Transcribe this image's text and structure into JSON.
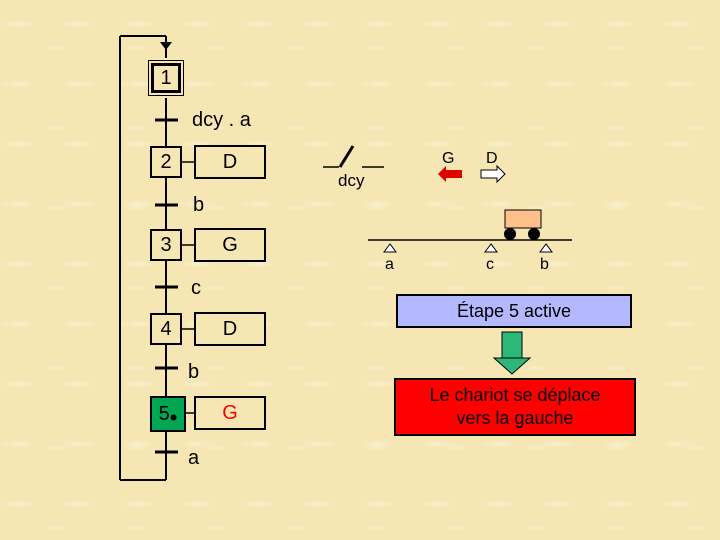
{
  "grafcet": {
    "steps": [
      {
        "number": "1",
        "action": ""
      },
      {
        "number": "2",
        "action": "D"
      },
      {
        "number": "3",
        "action": "G"
      },
      {
        "number": "4",
        "action": "D"
      },
      {
        "number": "5",
        "action": "G"
      }
    ],
    "transitions": [
      "dcy . a",
      "b",
      "c",
      "b",
      "a"
    ],
    "active_step": "5",
    "active_token": "•"
  },
  "system": {
    "switch_label": "dcy",
    "dir_left_label": "G",
    "dir_right_label": "D",
    "sensors": [
      "a",
      "c",
      "b"
    ]
  },
  "status_text": "Étape 5 active",
  "message_lines": [
    "Le chariot se déplace",
    "vers la gauche"
  ],
  "colors": {
    "background": "#f6e6b4",
    "active_step": "#00a651",
    "active_action_text": "#ff0000",
    "status_box": "#b4b8ff",
    "message_box": "#ff0000",
    "arrow": "#2db87a",
    "left_arrow": "#e00000",
    "cart_body": "#ffc08a"
  }
}
